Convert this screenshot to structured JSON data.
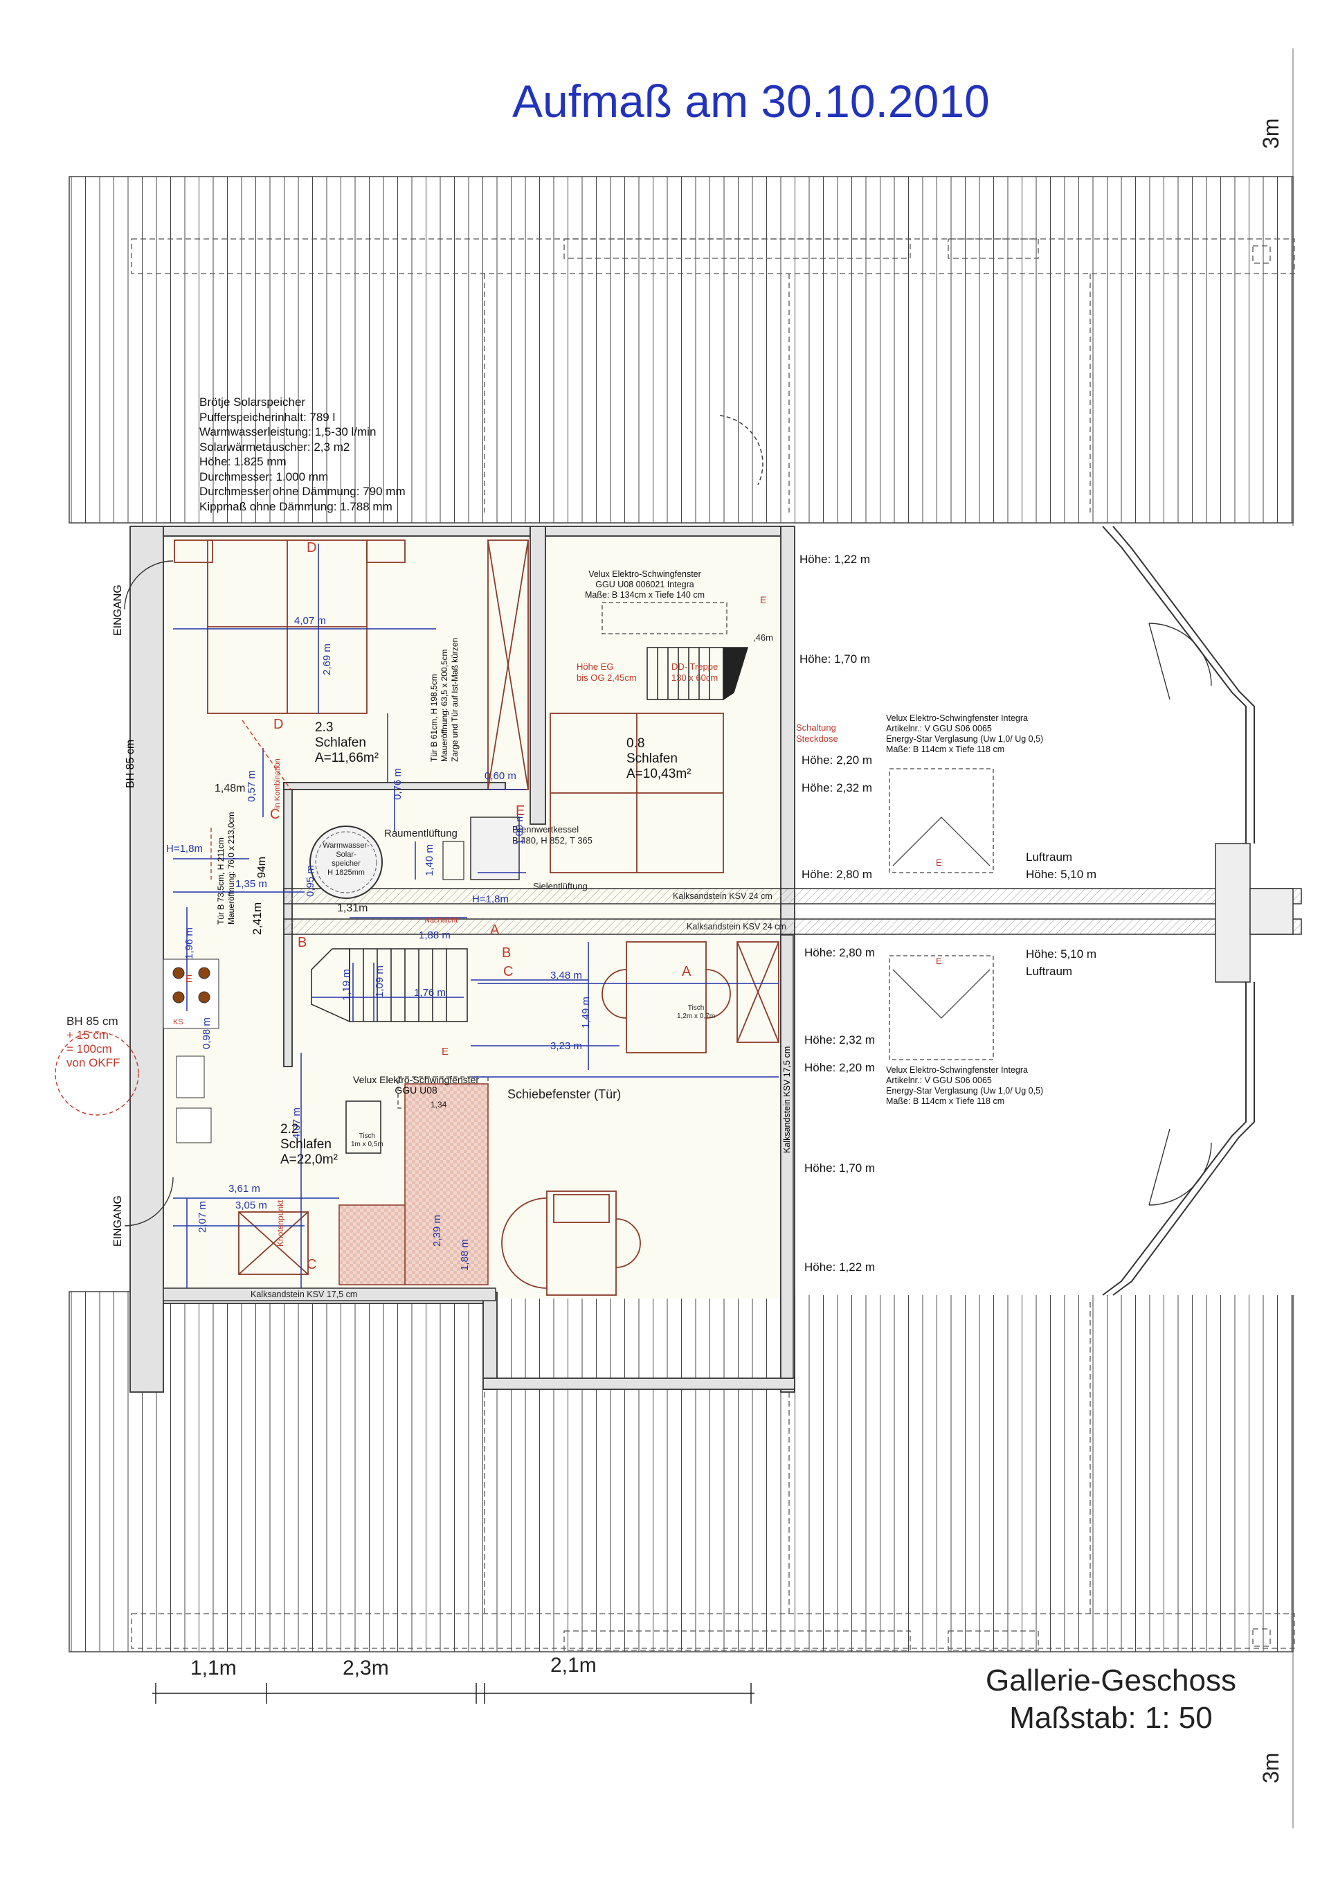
{
  "title": "Aufmaß am 30.10.2010",
  "footer": {
    "name": "Gallerie-Geschoss",
    "scale": "Maßstab: 1: 50"
  },
  "scale_marks": {
    "top_right": "3m",
    "bottom_right": "3m",
    "bottom": [
      "1,1m",
      "2,3m",
      "2,1m"
    ]
  },
  "solar_info": [
    "Brötje Solarspeicher",
    "Pufferspeicherinhalt: 789 l",
    "Warmwasserleistung: 1,5-30 l/min",
    "Solarwärmetauscher: 2,3 m2",
    "Höhe: 1.825 mm",
    "Durchmesser: 1.000 mm",
    "Durchmesser ohne Dämmung: 790 mm",
    "Kippmaß ohne Dämmung: 1.788 mm"
  ],
  "rooms": {
    "r23": {
      "number": "2.3",
      "name": "Schlafen",
      "area": "A=11,66m²"
    },
    "r08": {
      "number": "0.8",
      "name": "Schlafen",
      "area": "A=10,43m²"
    },
    "r22": {
      "number": "2.2",
      "name": "Schlafen",
      "area": "A=22,0m²"
    }
  },
  "heights": {
    "h122a": "Höhe: 1,22 m",
    "h170a": "Höhe: 1,70 m",
    "h220a": "Höhe: 2,20 m",
    "h232a": "Höhe: 2,32 m",
    "h280a": "Höhe: 2,80 m",
    "h280b": "Höhe: 2,80 m",
    "h232b": "Höhe: 2,32 m",
    "h220b": "Höhe: 2,20 m",
    "h170b": "Höhe: 1,70 m",
    "h122b": "Höhe: 1,22 m",
    "h510a": "Höhe: 5,10 m",
    "h510b": "Höhe: 5,10 m"
  },
  "luftraum": [
    "Luftraum",
    "Luftraum"
  ],
  "velux_top": [
    "Velux Elektro-Schwingfenster",
    "GGU U08 006021 Integra",
    "Maße: B 134cm x Tiefe 140 cm"
  ],
  "velux_r1": [
    "Velux Elektro-Schwingfenster Integra",
    "Artikelnr.: V GGU S06 0065",
    "Energy-Star Verglasung (Uw 1,0/ Ug 0,5)",
    "Maße: B 114cm x Tiefe 118 cm"
  ],
  "velux_r2": [
    "Velux Elektro-Schwingfenster Integra",
    "Artikelnr.: V GGU S06 0065",
    "Energy-Star Verglasung (Uw 1,0/ Ug 0,5)",
    "Maße: B 114cm x Tiefe 118 cm"
  ],
  "velux_small": [
    "Velux Elektro-Schwingfenster",
    "GGU U08"
  ],
  "walls": {
    "ksv24a": "Kalksandstein KSV 24 cm",
    "ksv24b": "Kalksandstein KSV 24 cm",
    "ksv175h": "Kalksandstein KSV 17,5 cm",
    "ksv175v": "Kalksandstein KSV 17,5 cm"
  },
  "labels": {
    "eingang1": "EINGANG",
    "eingang2": "EINGANG",
    "bh85": "BH 85 cm",
    "bh85b": "BH 85 cm",
    "plus15": "+ 15 cm",
    "eq100": "= 100cm",
    "okff": "von OKFF",
    "raumlueftung": "Raumentlüftung",
    "brennwert1": "Brennwertkessel",
    "brennwert2": "B 480, H 852, T 365",
    "sielentlueftung": "Sielentlüftung",
    "schiebefenster": "Schiebefenster (Tür)",
    "hoehe_eg1": "Höhe EG",
    "hoehe_eg2": "bis OG 2,45cm",
    "dd1": "DD- Treppe",
    "dd2": "130 x 60cm",
    "schaltung1": "Schaltung",
    "schaltung2": "Steckdose",
    "speicher1": "Warmwasser-",
    "speicher2": "Solar-",
    "speicher3": "speicher",
    "speicher4": "H 1825mm",
    "tisch1": "Tisch",
    "tisch1b": "1,2m x 0,7m",
    "tisch2": "Tisch",
    "tisch2b": "1m x 0,5m",
    "tuer1": "Tür B 61cm, H 198,5cm",
    "tuer2": "Maueröffnung: 63,5 x 200,5cm",
    "tuer3": "Zarge und Tür auf Ist-Maß kürzen",
    "tuerb1": "Tür B 73,5cm, H 211cm",
    "tuerb2": "Maueröffnung: 76,0 x 213,0cm",
    "nachtlicht": "Nachtlicht",
    "knotenpunkt": "Knotenpunkt",
    "kombination": "in Kombination",
    "ks": "KS"
  },
  "dims": {
    "d407h": "4,07 m",
    "d269": "2,69 m",
    "d057": "0,57 m",
    "d148": "1,48m",
    "d076": "0,76 m",
    "d060": "0,60 m",
    "d140": "1,40 m",
    "d100": "1,00 m",
    "h18a": "H=1,8m",
    "h18b": "H=1,8m",
    "d135": "1,35 m",
    "d094": "94m",
    "d241": "2,41m",
    "d095": "0,95 m",
    "d131": "1,31m",
    "d188": "1,88 m",
    "d196": "1,96 m",
    "d119": "1,19 m",
    "d109": "1,09 m",
    "d176": "1,76 m",
    "d348": "3,48 m",
    "d149": "1,49 m",
    "d323": "3,23 m",
    "d098": "0,98 m",
    "d407v": "4,07 m",
    "d361": "3,61 m",
    "d305": "3,05 m",
    "d207": "2,07 m",
    "d239": "2,39 m",
    "d188v": "1,88 m",
    "d46": ",46m",
    "d34": "1,34"
  },
  "marks": {
    "a1": "A",
    "a2": "A",
    "b1": "B",
    "b2": "B",
    "c1": "C",
    "c2": "C",
    "c3": "C",
    "d1": "D",
    "d2": "D",
    "e1": "E",
    "e2": "E",
    "e3": "E",
    "e4": "E",
    "e5": "E",
    "e6": "E"
  }
}
